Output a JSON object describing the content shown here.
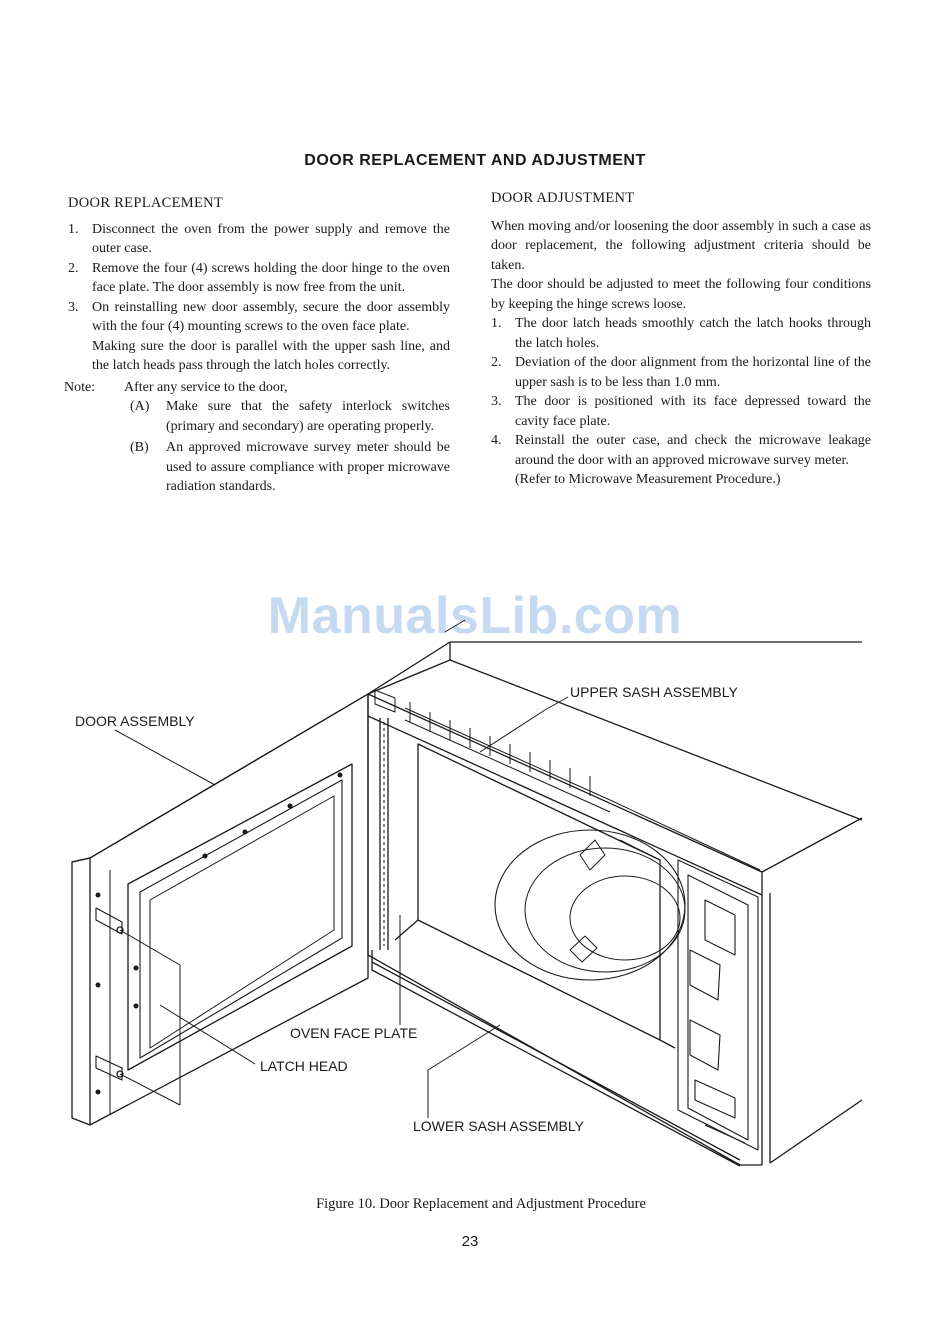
{
  "page": {
    "title": "DOOR REPLACEMENT AND ADJUSTMENT",
    "watermark": "ManualsLib.com",
    "caption": "Figure 10. Door Replacement and Adjustment Procedure",
    "page_number": "23"
  },
  "replacement": {
    "heading": "DOOR REPLACEMENT",
    "steps": [
      {
        "num": "1.",
        "text": "Disconnect the oven from the power supply and remove the outer case."
      },
      {
        "num": "2.",
        "text": "Remove the four (4) screws holding the door hinge to the oven face plate. The door assembly is now free from the unit."
      },
      {
        "num": "3.",
        "text": "On reinstalling new door assembly, secure the door assembly with the four (4) mounting screws to the oven face plate.",
        "extra": "Making sure the door is parallel with the upper sash line, and the latch heads pass through the latch holes correctly."
      }
    ],
    "note": {
      "label": "Note:",
      "intro": "After any service to the door,",
      "items": [
        {
          "letter": "(A)",
          "text": "Make sure that the safety interlock switches (primary and secondary) are operating properly."
        },
        {
          "letter": "(B)",
          "text": "An approved microwave survey meter should be used to assure compliance with proper microwave radiation standards."
        }
      ]
    }
  },
  "adjustment": {
    "heading": "DOOR ADJUSTMENT",
    "intro1": "When moving and/or loosening the door assembly in such a case as door replacement, the following adjustment criteria should be taken.",
    "intro2": "The door should be adjusted to meet the following four conditions by keeping the hinge screws loose.",
    "steps": [
      {
        "num": "1.",
        "text": "The door latch heads smoothly catch the latch hooks through the latch holes."
      },
      {
        "num": "2.",
        "text": "Deviation of the door alignment from the horizontal line of the upper sash is to be less than 1.0 mm."
      },
      {
        "num": "3.",
        "text": "The door is positioned with its face depressed toward the cavity face plate."
      },
      {
        "num": "4.",
        "text": "Reinstall the outer case, and check the microwave leakage around the door with an approved microwave survey meter.",
        "extra": "(Refer to Microwave Measurement Procedure.)"
      }
    ]
  },
  "figure": {
    "labels": {
      "door_assembly": "DOOR ASSEMBLY",
      "upper_sash": "UPPER SASH ASSEMBLY",
      "oven_face_plate": "OVEN FACE PLATE",
      "latch_head": "LATCH HEAD",
      "lower_sash": "LOWER SASH ASSEMBLY"
    }
  }
}
